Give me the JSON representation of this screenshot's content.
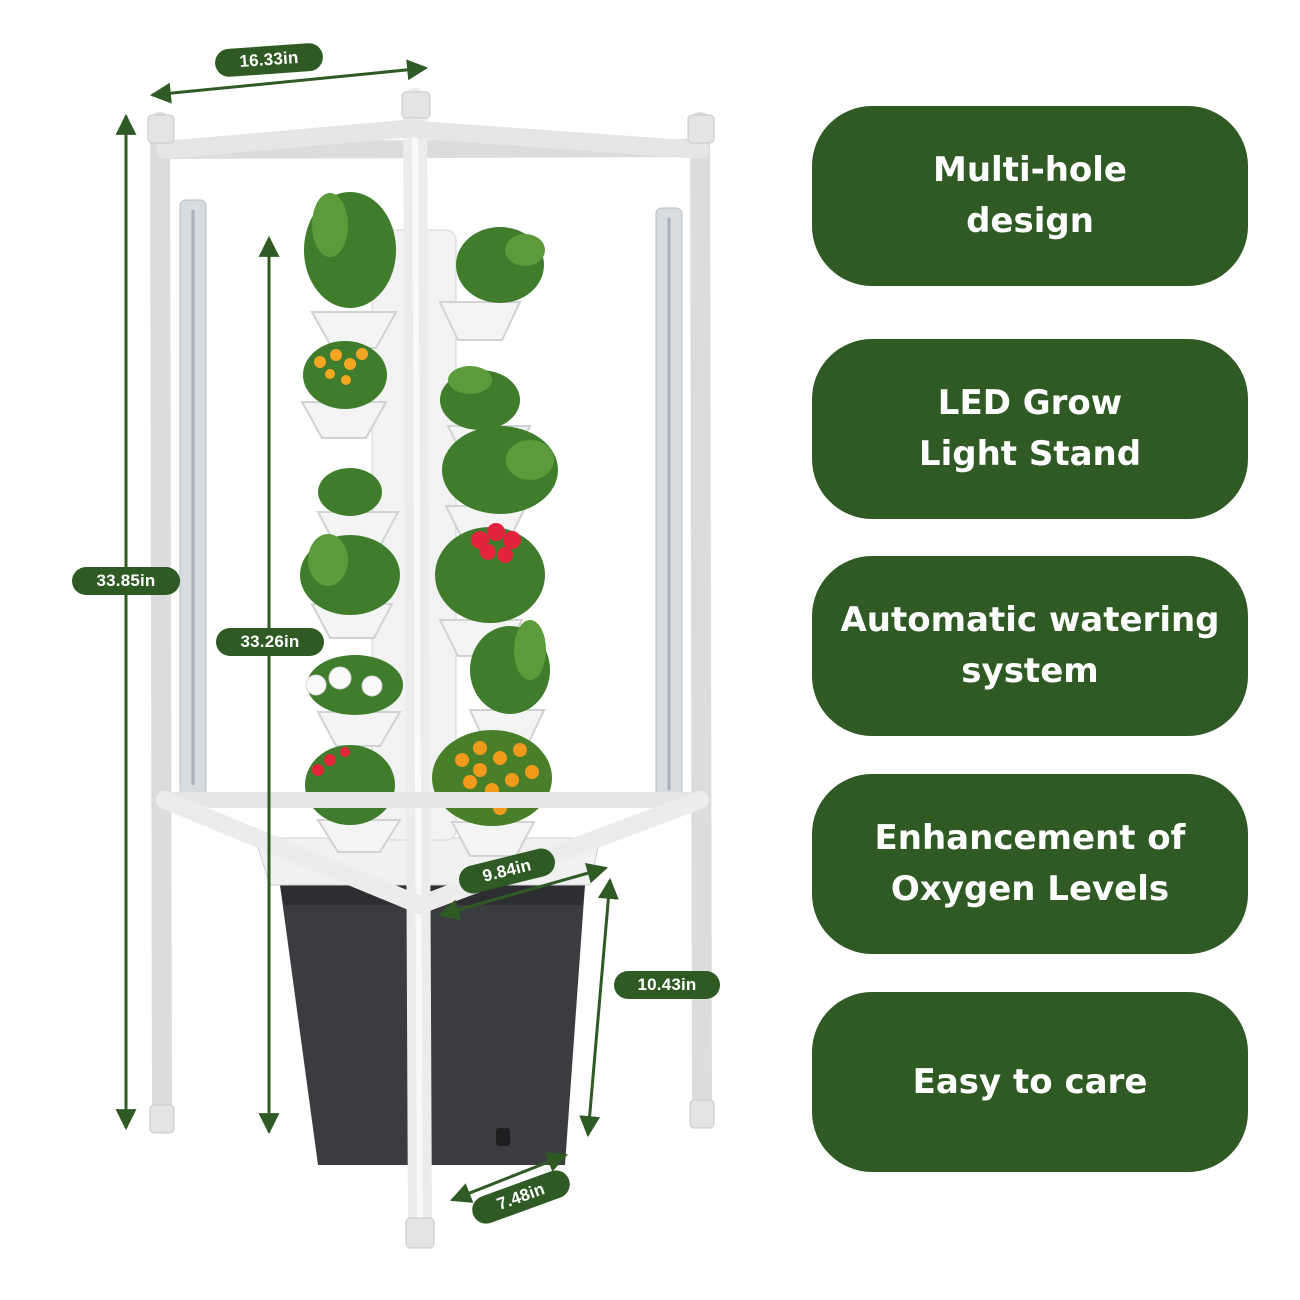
{
  "theme": {
    "pill_color": "#2f5a24",
    "pipe_color": "#ececec",
    "tank_color": "#3a3c40"
  },
  "dimensions": {
    "frame_width": "16.33in",
    "frame_height": "33.85in",
    "tower_height": "33.26in",
    "tank_width": "9.84in",
    "tank_height": "10.43in",
    "tank_depth": "7.48in"
  },
  "features": [
    {
      "text": "Multi-hole\ndesign"
    },
    {
      "text": "LED Grow\nLight Stand"
    },
    {
      "text": "Automatic watering\nsystem"
    },
    {
      "text": "Enhancement of\nOxygen Levels"
    },
    {
      "text": "Easy to care"
    }
  ]
}
